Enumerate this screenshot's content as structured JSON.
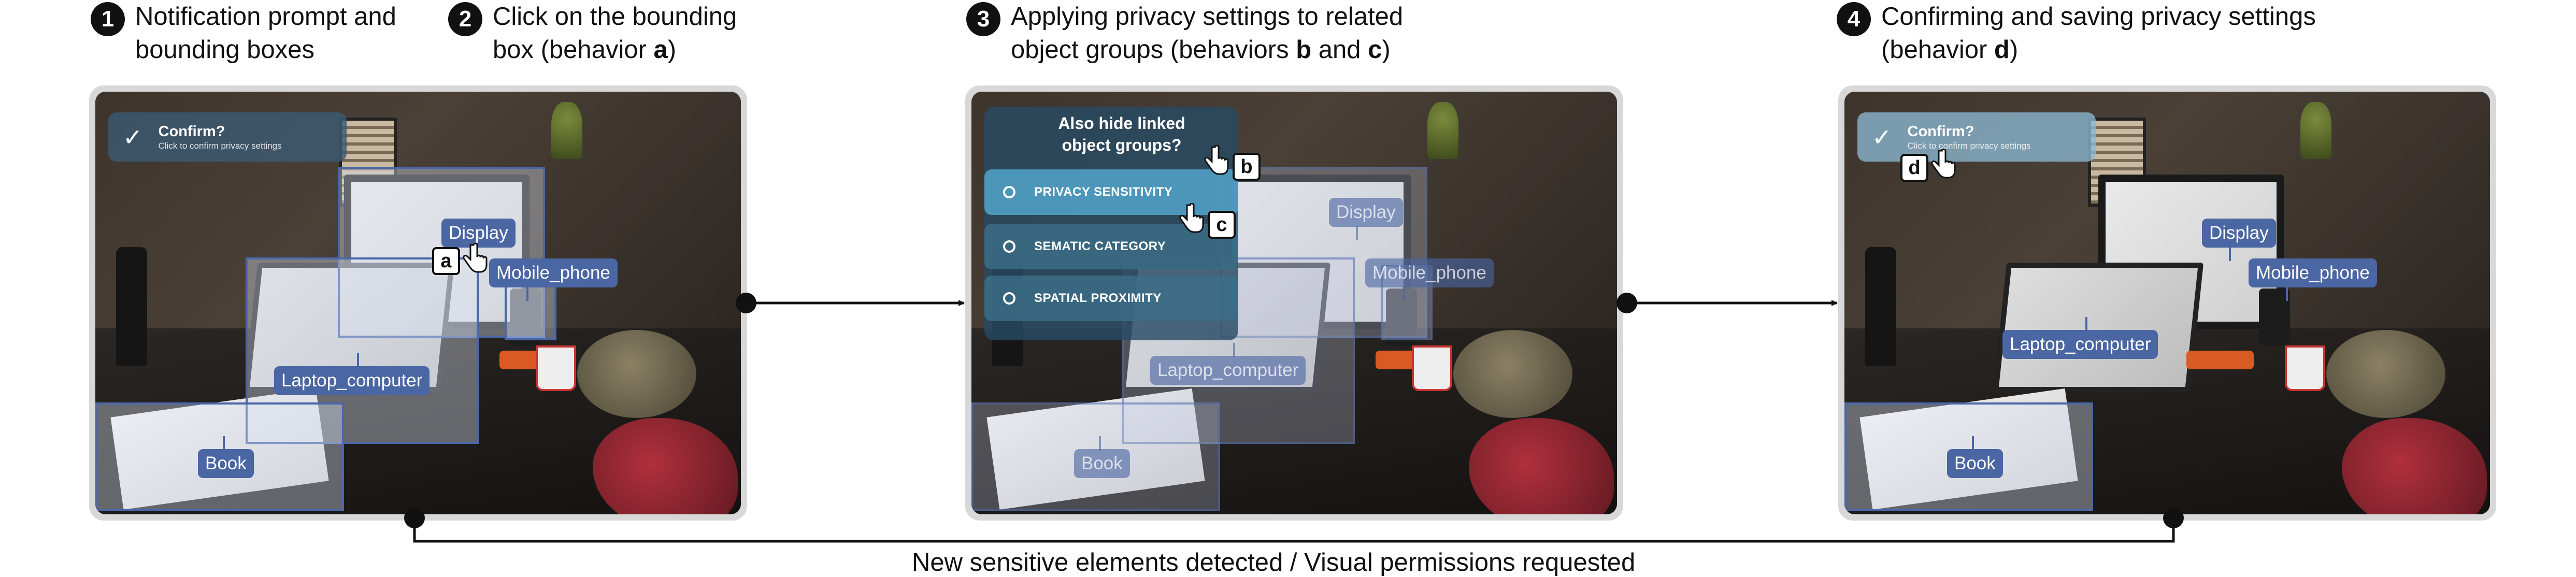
{
  "steps": [
    {
      "num": "1",
      "line1": "Notification prompt and",
      "line2": "bounding boxes"
    },
    {
      "num": "2",
      "line1": "Click on the bounding",
      "line2_pre": "box (behavior ",
      "line2_bold": "a",
      "line2_post": ")"
    },
    {
      "num": "3",
      "line1": "Applying privacy settings to related",
      "line2_pre": "object groups (behaviors ",
      "line2_bold1": "b",
      "line2_mid": " and ",
      "line2_bold2": "c",
      "line2_post": ")"
    },
    {
      "num": "4",
      "line1": "Confirming and saving privacy settings",
      "line2_pre": "(behavior ",
      "line2_bold": "d",
      "line2_post": ")"
    }
  ],
  "toast": {
    "title": "Confirm?",
    "subtitle": "Click to confirm privacy settings",
    "icon": "check-icon"
  },
  "labels": {
    "display": "Display",
    "mobile_phone": "Mobile_phone",
    "laptop_computer": "Laptop_computer",
    "book": "Book"
  },
  "menu": {
    "title_line1": "Also hide linked",
    "title_line2": "object groups?",
    "options": [
      "PRIVACY SENSITIVITY",
      "SEMATIC CATEGORY",
      "SPATIAL PROXIMITY"
    ]
  },
  "badges": {
    "a": "a",
    "b": "b",
    "c": "c",
    "d": "d"
  },
  "caption": "New sensitive elements detected / Visual permissions requested",
  "colors": {
    "label_bg": "#4a66a3",
    "toast_dark": "#3c5a73",
    "toast_light": "#8cb9d2",
    "menu_active": "#50a0c3"
  }
}
